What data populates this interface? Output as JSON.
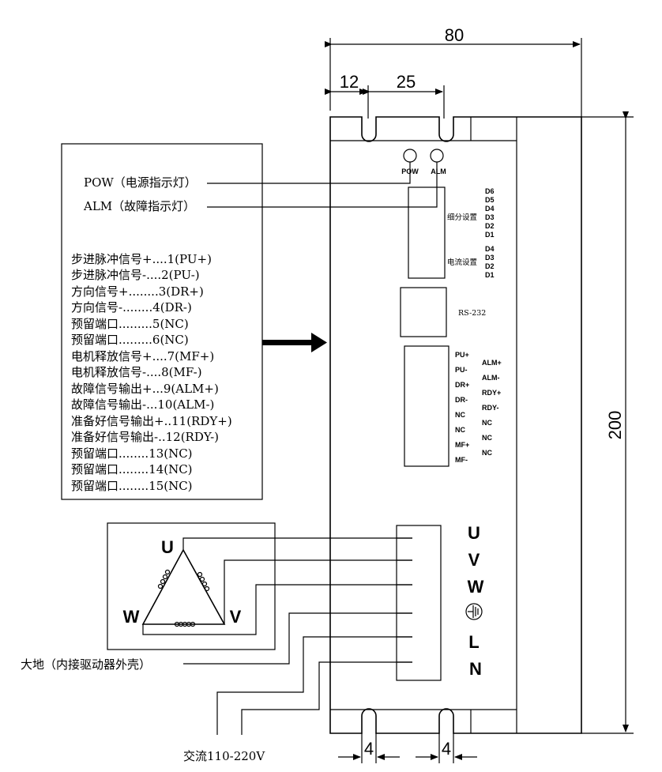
{
  "dimensions": {
    "width_total": "80",
    "offset_12": "12",
    "pitch_25": "25",
    "height": "200",
    "slot_left": "4",
    "slot_right": "4"
  },
  "indicators": {
    "pow": "POW",
    "alm": "ALM",
    "pow_callout": "POW（电源指示灯）",
    "alm_callout": "ALM（故障指示灯）"
  },
  "dip": {
    "subdiv_label": "细分设置",
    "current_label": "电流设置",
    "subdiv_bits": [
      "D6",
      "D5",
      "D4",
      "D3",
      "D2",
      "D1"
    ],
    "current_bits": [
      "D4",
      "D3",
      "D2",
      "D1"
    ]
  },
  "rs232": "RS-232",
  "signal_port": {
    "left_col": [
      "PU+",
      "PU-",
      "DR+",
      "DR-",
      "NC",
      "NC",
      "MF+",
      "MF-"
    ],
    "right_col": [
      "ALM+",
      "ALM-",
      "RDY+",
      "RDY-",
      "NC",
      "NC",
      "NC"
    ]
  },
  "pin_list": [
    "步进脉冲信号+....1(PU+)",
    "步进脉冲信号-....2(PU-)",
    "方向信号+........3(DR+)",
    "方向信号-........4(DR-)",
    "预留端口.........5(NC)",
    "预留端口.........6(NC)",
    "电机释放信号+....7(MF+)",
    "电机释放信号-....8(MF-)",
    "故障信号输出+...9(ALM+)",
    "故障信号输出-...10(ALM-)",
    "准备好信号输出+..11(RDY+)",
    "准备好信号输出-..12(RDY-)",
    "预留端口........13(NC)",
    "预留端口........14(NC)",
    "预留端口........15(NC)"
  ],
  "power_terminals": [
    "U",
    "V",
    "W",
    "L",
    "N"
  ],
  "ground_symbol": "protective-earth",
  "motor": {
    "u": "U",
    "v": "V",
    "w": "W"
  },
  "ground_callout": "大地（内接驱动器外壳）",
  "ac_callout": "交流110-220V"
}
